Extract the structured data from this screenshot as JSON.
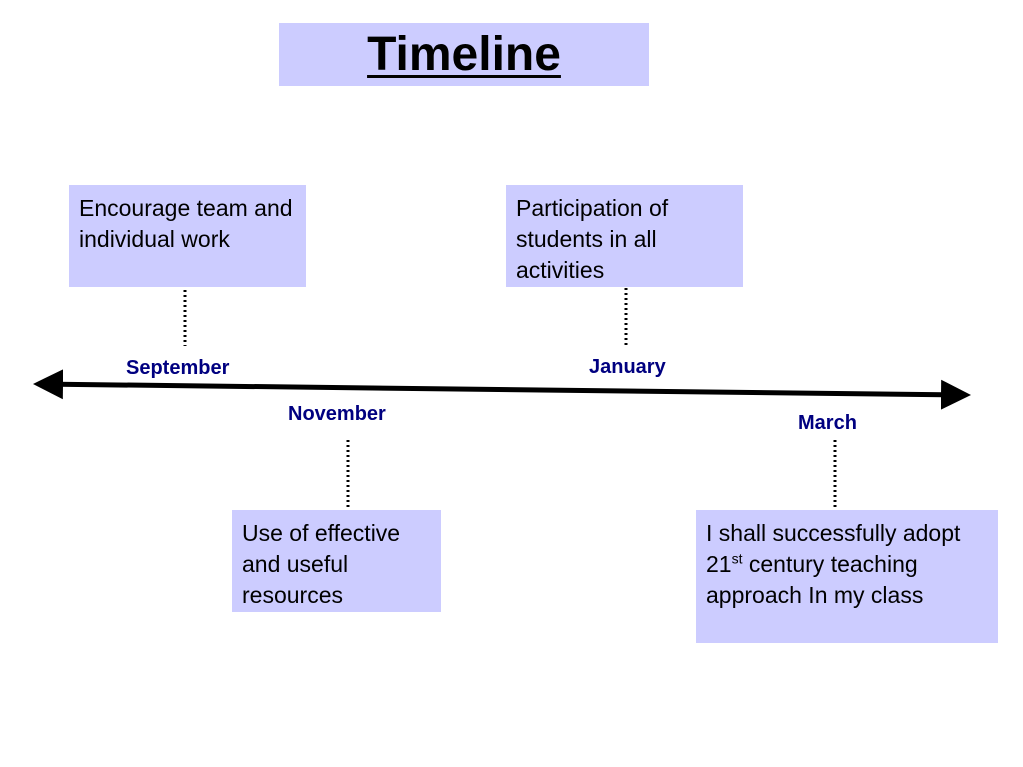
{
  "title": "Timeline",
  "milestones": [
    {
      "month": "September",
      "note": "Encourage team and individual work"
    },
    {
      "month": "November",
      "note": "Use of effective and useful resources"
    },
    {
      "month": "January",
      "note": "Participation of students in all activities"
    },
    {
      "month": "March",
      "note_before": "I shall successfully adopt 21",
      "note_sup": "st",
      "note_after": " century teaching approach In my class"
    }
  ],
  "colors": {
    "box_fill": "#ccccff",
    "month_text": "#000080",
    "line": "#000000"
  }
}
